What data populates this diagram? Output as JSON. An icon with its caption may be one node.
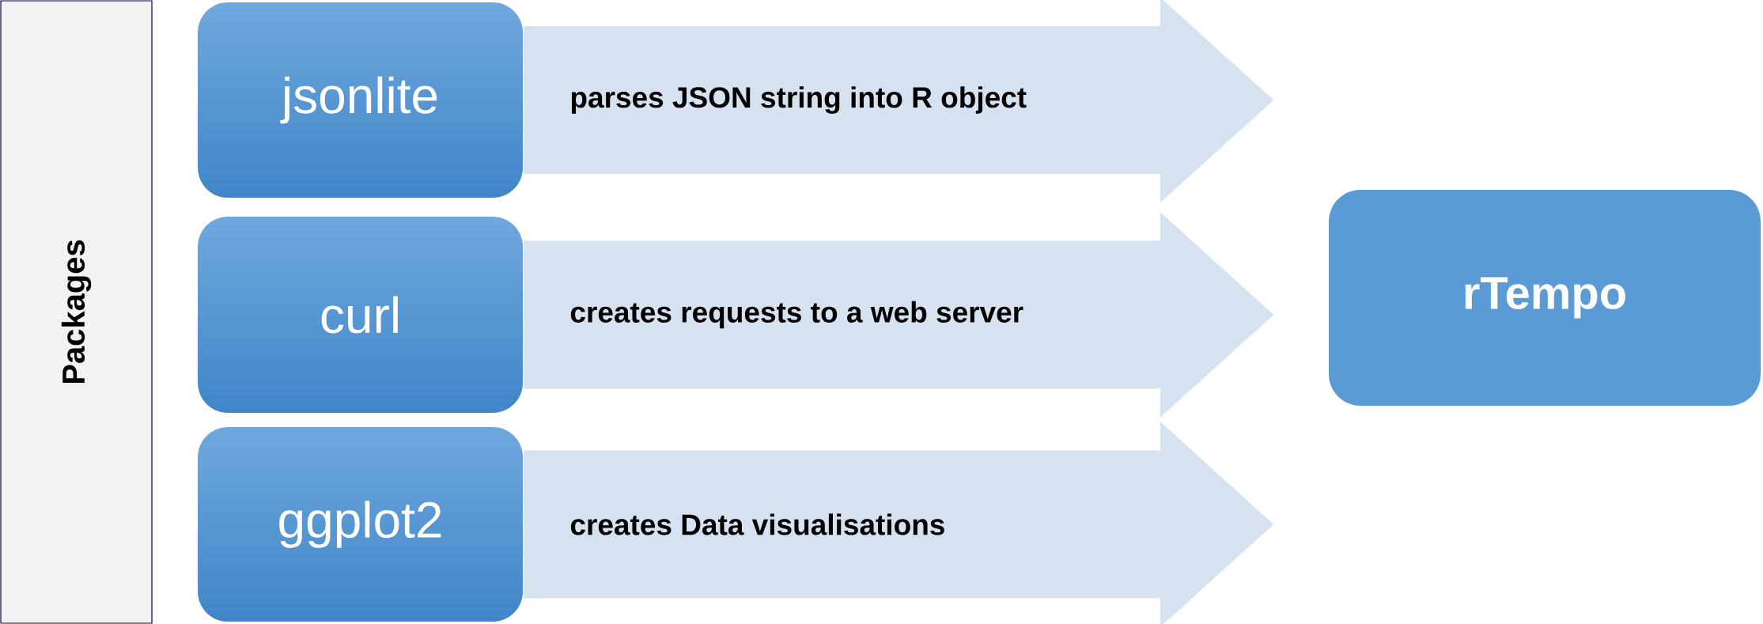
{
  "diagram": {
    "nodes": [
      {
        "text": [
          "Packages"
        ]
      },
      {
        "text": [
          "jsonlite"
        ]
      },
      {
        "text": [
          "curl"
        ]
      },
      {
        "text": [
          "ggplot2"
        ]
      },
      {
        "text": [
          "rTempo"
        ]
      }
    ],
    "edges": [
      {
        "from": 1,
        "to": 4,
        "arrow": "to",
        "label": "parses JSON string into R object"
      },
      {
        "from": 2,
        "to": 4,
        "arrow": "to",
        "label": "creates requests to a web server"
      },
      {
        "from": 3,
        "to": 4,
        "arrow": "to",
        "label": "creates Data visualisations"
      }
    ]
  }
}
